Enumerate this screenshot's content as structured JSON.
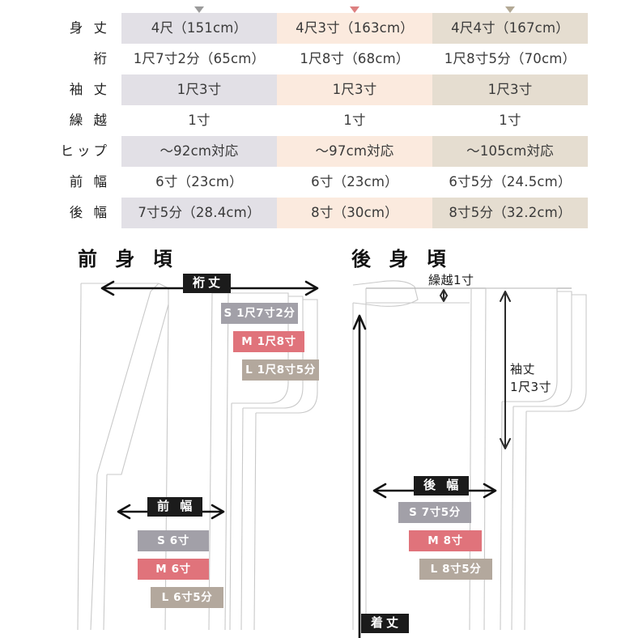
{
  "table": {
    "columns": [
      {
        "key": "S",
        "marker_color": "#9b9b9b",
        "fill": "#e2e0e6"
      },
      {
        "key": "M",
        "marker_color": "#dd8080",
        "fill": "#fbeade"
      },
      {
        "key": "L",
        "marker_color": "#b3a995",
        "fill": "#e5ddd0"
      }
    ],
    "rows": [
      {
        "label": "身 丈",
        "striped": true,
        "s": "4尺（151cm）",
        "m": "4尺3寸（163cm）",
        "l": "4尺4寸（167cm）"
      },
      {
        "label": "裄",
        "striped": false,
        "s": "1尺7寸2分（65cm）",
        "m": "1尺8寸（68cm）",
        "l": "1尺8寸5分（70cm）"
      },
      {
        "label": "袖 丈",
        "striped": true,
        "s": "1尺3寸",
        "m": "1尺3寸",
        "l": "1尺3寸"
      },
      {
        "label": "繰 越",
        "striped": false,
        "s": "1寸",
        "m": "1寸",
        "l": "1寸"
      },
      {
        "label": "ヒップ",
        "striped": true,
        "s": "〜92cm対応",
        "m": "〜97cm対応",
        "l": "〜105cm対応"
      },
      {
        "label": "前 幅",
        "striped": false,
        "s": "6寸（23cm）",
        "m": "6寸（23cm）",
        "l": "6寸5分（24.5cm）"
      },
      {
        "label": "後 幅",
        "striped": true,
        "s": "7寸5分（28.4cm）",
        "m": "8寸（30cm）",
        "l": "8寸5分（32.2cm）"
      }
    ]
  },
  "front_diagram": {
    "title": "前 身 頃",
    "yuki_label": "裄丈",
    "yuki_badges": [
      {
        "size": "S",
        "text": "S 1尺7寸2分"
      },
      {
        "size": "M",
        "text": "M 1尺8寸"
      },
      {
        "size": "L",
        "text": "L 1尺8寸5分"
      }
    ],
    "maehaba_label": "前 幅",
    "maehaba_badges": [
      {
        "size": "S",
        "text": "S 6寸"
      },
      {
        "size": "M",
        "text": "M 6寸"
      },
      {
        "size": "L",
        "text": "L 6寸5分"
      }
    ]
  },
  "back_diagram": {
    "title": "後 身 頃",
    "kurikoshi_label": "繰越1寸",
    "sodetake_label_line1": "袖丈",
    "sodetake_label_line2": "1尺3寸",
    "atohaba_label": "後 幅",
    "atohaba_badges": [
      {
        "size": "S",
        "text": "S 7寸5分"
      },
      {
        "size": "M",
        "text": "M 8寸"
      },
      {
        "size": "L",
        "text": "L 8寸5分"
      }
    ],
    "kitake_label": "着丈"
  }
}
